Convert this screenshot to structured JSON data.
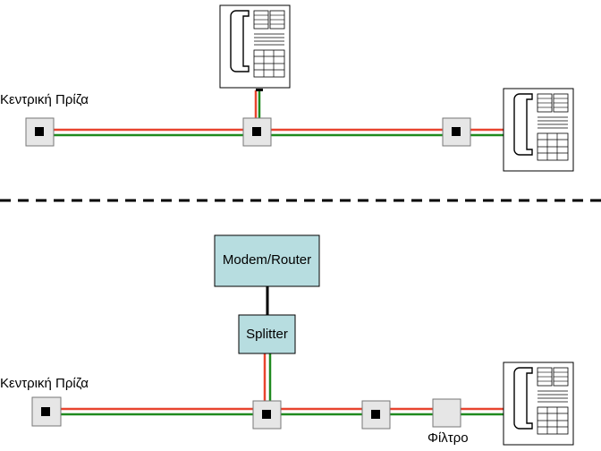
{
  "top_section": {
    "main_socket_label": "Κεντρική Πρίζα"
  },
  "bottom_section": {
    "main_socket_label": "Κεντρική Πρίζα",
    "modem_label": "Modem/Router",
    "splitter_label": "Splitter",
    "filter_label": "Φίλτρο"
  },
  "colors": {
    "wire_red": "#e8442f",
    "wire_green": "#1f8a1f",
    "box_fill": "#b7dde0",
    "socket_fill": "#e6e6e6"
  }
}
